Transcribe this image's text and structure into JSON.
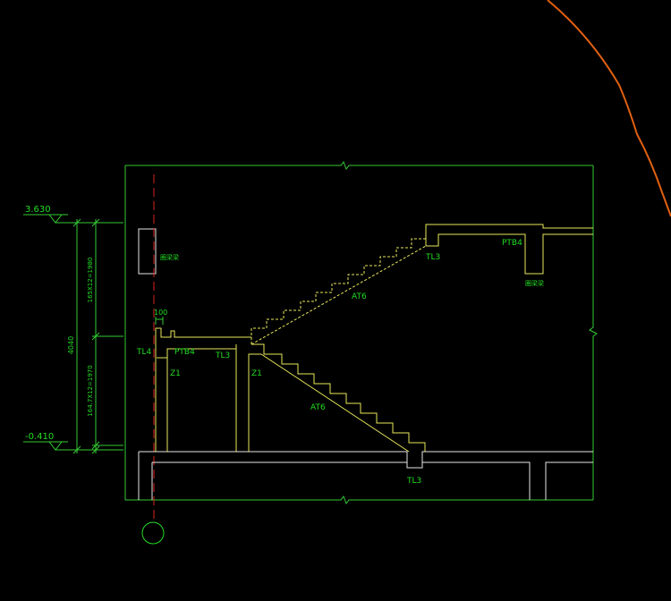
{
  "levels": {
    "top": "3.630",
    "bottom": "-0.410"
  },
  "dimensions": {
    "total_height": "4040",
    "upper_flight": "165X12=1980",
    "lower_flight": "164.7X12=1970",
    "small_width": "100"
  },
  "labels": {
    "at6_upper": "AT6",
    "at6_lower": "AT6",
    "tl3_landing": "TL3",
    "tl3_mid": "TL3",
    "tl3_base": "TL3",
    "tl4": "TL4",
    "ptb4_left": "PTB4",
    "ptb4_right": "PTB4",
    "z1_left": "Z1",
    "z1_right": "Z1",
    "note_left": "圈梁梁",
    "note_right": "圈梁梁"
  },
  "colors": {
    "background": "#000000",
    "outline": "#33cc33",
    "structure": "#e8e85a",
    "text": "#22dd22",
    "axis": "#dd2222",
    "curve": "#e06010",
    "white": "#e6e6e6"
  }
}
